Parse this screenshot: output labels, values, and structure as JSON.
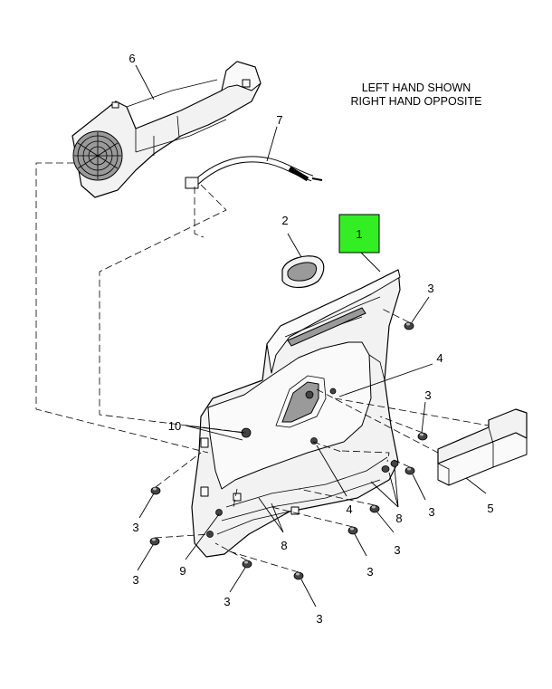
{
  "note": {
    "line1": "LEFT HAND SHOWN",
    "line2": "RIGHT HAND OPPOSITE"
  },
  "highlight_color": "#33ee22",
  "callouts": [
    {
      "id": "c6",
      "text": "6"
    },
    {
      "id": "c7",
      "text": "7"
    },
    {
      "id": "c1",
      "text": "1",
      "highlighted": true
    },
    {
      "id": "c2",
      "text": "2"
    },
    {
      "id": "c3a",
      "text": "3"
    },
    {
      "id": "c4a",
      "text": "4"
    },
    {
      "id": "c3b",
      "text": "3"
    },
    {
      "id": "c10",
      "text": "10"
    },
    {
      "id": "c5",
      "text": "5"
    },
    {
      "id": "c3c",
      "text": "3"
    },
    {
      "id": "c4b",
      "text": "4"
    },
    {
      "id": "c8a",
      "text": "8"
    },
    {
      "id": "c3d",
      "text": "3"
    },
    {
      "id": "c3e",
      "text": "3"
    },
    {
      "id": "c3f",
      "text": "3"
    },
    {
      "id": "c8b",
      "text": "8"
    },
    {
      "id": "c3g",
      "text": "3"
    },
    {
      "id": "c9",
      "text": "9"
    },
    {
      "id": "c3h",
      "text": "3"
    },
    {
      "id": "c3i",
      "text": "3"
    }
  ]
}
